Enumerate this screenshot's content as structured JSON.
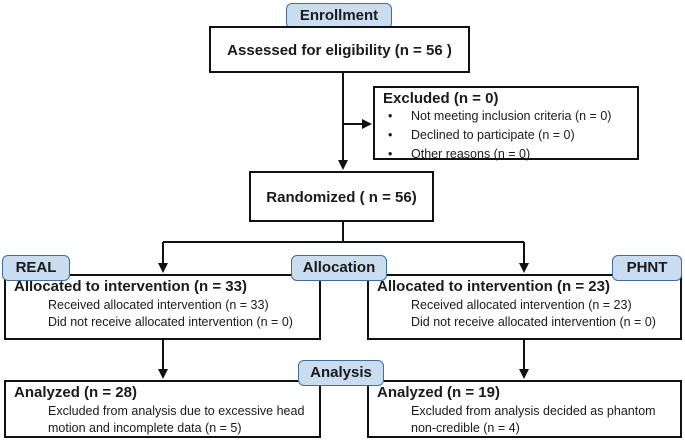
{
  "tags": {
    "enrollment": "Enrollment",
    "allocation": "Allocation",
    "analysis": "Analysis",
    "real": "REAL",
    "phnt": "PHNT"
  },
  "assessed": "Assessed for eligibility (n = 56 )",
  "excluded": {
    "title": "Excluded (n = 0)",
    "items": [
      "Not meeting inclusion criteria (n = 0)",
      "Declined to participate (n = 0)",
      "Other reasons (n = 0)"
    ],
    "bullet": "•"
  },
  "randomized": "Randomized ( n = 56)",
  "left_alloc": {
    "title": "Allocated to intervention (n = 33)",
    "received": "Received allocated intervention (n = 33)",
    "not_received": "Did not receive allocated intervention (n = 0)"
  },
  "right_alloc": {
    "title": "Allocated to intervention (n = 23)",
    "received": "Received allocated intervention (n = 23)",
    "not_received": "Did not receive allocated intervention (n = 0)"
  },
  "left_analysis": {
    "title": "Analyzed (n = 28)",
    "line1": "Excluded from analysis due to excessive head",
    "line2": "motion and incomplete data (n = 5)"
  },
  "right_analysis": {
    "title": "Analyzed (n = 19)",
    "line1": "Excluded from analysis decided as phantom",
    "line2": "non-credible (n = 4)"
  },
  "colors": {
    "tag_fill": "#c9dcf0",
    "tag_border": "#3e6e9e",
    "line": "#111111"
  }
}
